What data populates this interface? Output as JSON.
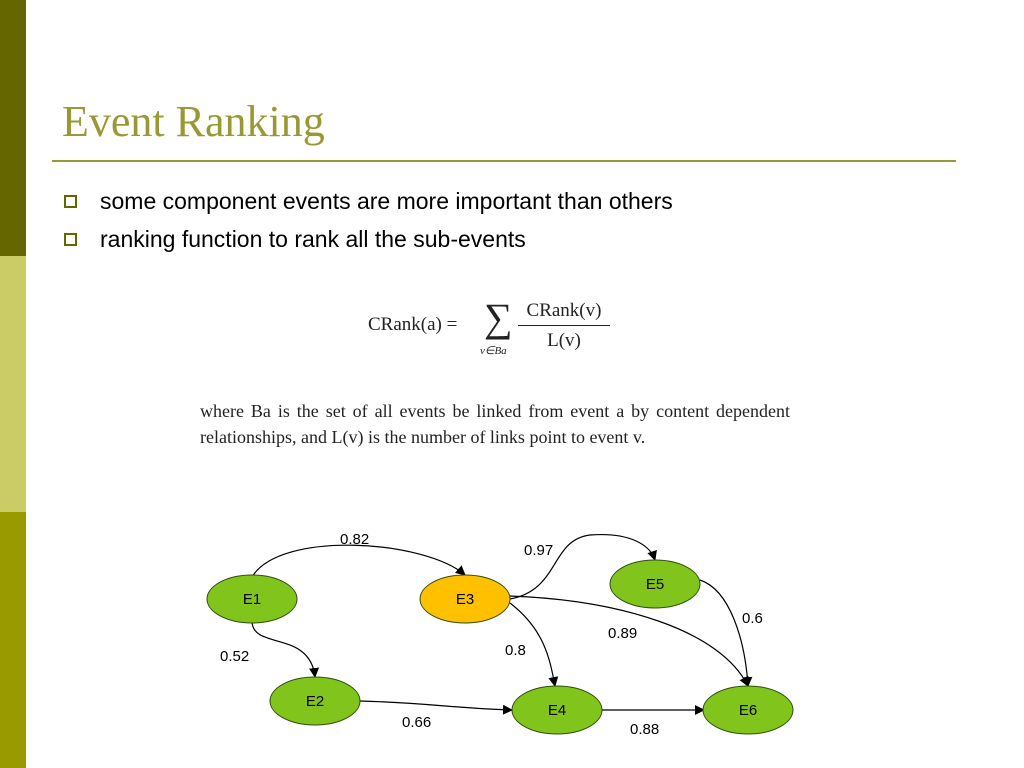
{
  "slide": {
    "title": "Event Ranking",
    "bullets": [
      "some component events are more important than others",
      "ranking function to rank all the sub-events"
    ],
    "formula": {
      "lhs": "CRank(a) =",
      "sum_symbol": "∑",
      "sum_subscript": "v∈Ba",
      "numerator": "CRank(v)",
      "denominator": "L(v)"
    },
    "caption": "where Ba is the set of all events be linked from event a by content dependent relationships, and L(v) is the number of links point to event v."
  },
  "colors": {
    "bar_top": "#666600",
    "bar_mid": "#cccc66",
    "bar_bottom": "#999900",
    "title": "#999933",
    "node_default": "#80c41c",
    "node_highlight": "#ffc000"
  },
  "graph": {
    "nodes": [
      {
        "id": "E1",
        "label": "E1",
        "highlight": false
      },
      {
        "id": "E2",
        "label": "E2",
        "highlight": false
      },
      {
        "id": "E3",
        "label": "E3",
        "highlight": true
      },
      {
        "id": "E4",
        "label": "E4",
        "highlight": false
      },
      {
        "id": "E5",
        "label": "E5",
        "highlight": false
      },
      {
        "id": "E6",
        "label": "E6",
        "highlight": false
      }
    ],
    "edges": [
      {
        "from": "E1",
        "to": "E3",
        "weight": "0.82"
      },
      {
        "from": "E1",
        "to": "E2",
        "weight": "0.52"
      },
      {
        "from": "E3",
        "to": "E5",
        "weight": "0.97"
      },
      {
        "from": "E3",
        "to": "E4",
        "weight": "0.8"
      },
      {
        "from": "E3",
        "to": "E6",
        "weight": "0.89"
      },
      {
        "from": "E5",
        "to": "E6",
        "weight": "0.6"
      },
      {
        "from": "E2",
        "to": "E4",
        "weight": "0.66"
      },
      {
        "from": "E4",
        "to": "E6",
        "weight": "0.88"
      }
    ]
  }
}
